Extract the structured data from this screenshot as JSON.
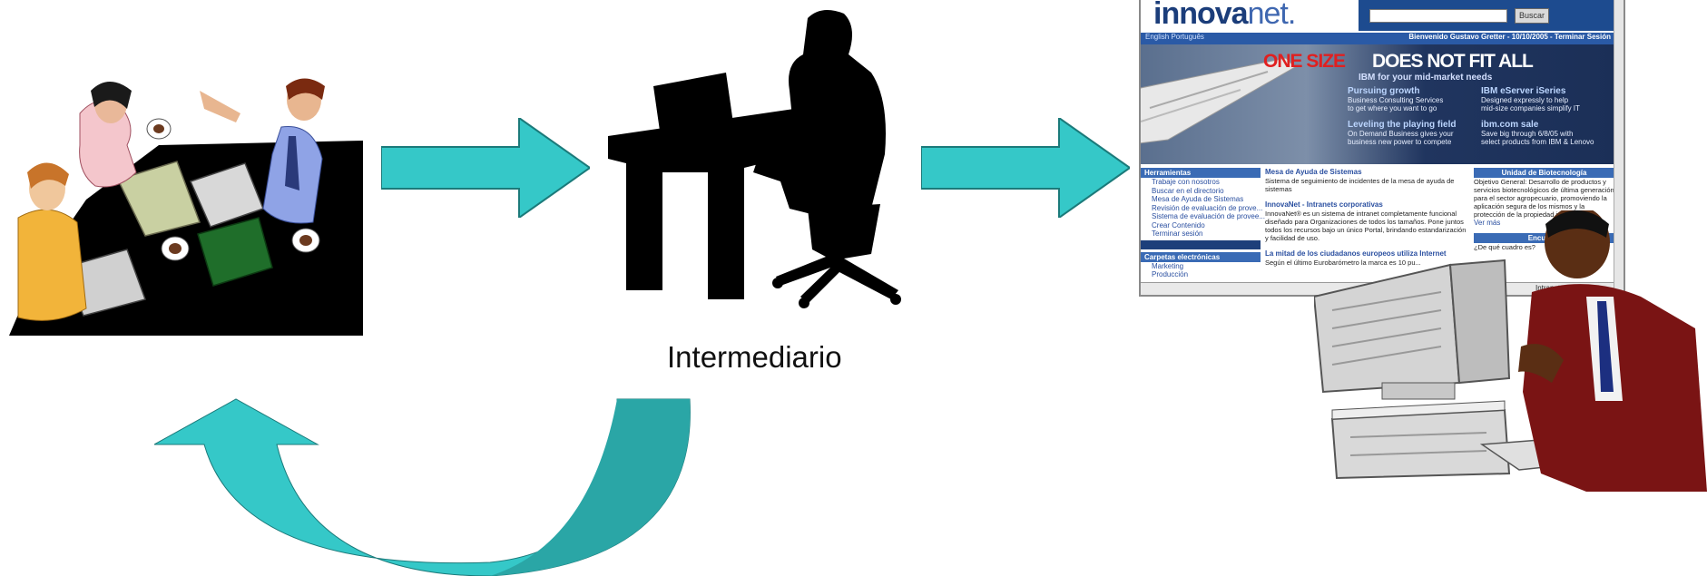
{
  "caption": {
    "intermediary": "Intermediario"
  },
  "browser": {
    "logo_main": "innova",
    "logo_suffix": "net.",
    "search_button": "Buscar",
    "language_links": "English Português",
    "welcome_text": "Bienvenido Gustavo Gretter - 10/10/2005 - Terminar Sesión",
    "banner": {
      "headline_red": "ONE SIZE",
      "headline_white": "DOES NOT FIT ALL",
      "subheadline": "IBM for your mid-market needs",
      "promos": [
        {
          "title": "Pursuing growth",
          "line1": "Business Consulting Services",
          "line2": "to get where you want to go"
        },
        {
          "title": "IBM eServer iSeries",
          "line1": "Designed expressly to help",
          "line2": "mid-size companies simplify IT"
        },
        {
          "title": "Leveling the playing field",
          "line1": "On Demand Business gives your",
          "line2": "business new power to compete"
        },
        {
          "title": "ibm.com sale",
          "line1": "Save big through 6/8/05 with",
          "line2": "select products from IBM & Lenovo"
        }
      ]
    },
    "tools_panel": {
      "title": "Herramientas",
      "links": [
        "Trabaje con nosotros",
        "Buscar en el directorio",
        "Mesa de Ayuda de Sistemas",
        "Revisión de evaluación de prove...",
        "Sistema de evaluación de provee...",
        "Crear Contenido",
        "Terminar sesión"
      ]
    },
    "folders_panel": {
      "title": "Carpetas electrónicas",
      "links": [
        "Marketing",
        "Producción"
      ]
    },
    "news": [
      {
        "title": "Mesa de Ayuda de Sistemas",
        "body": "Sistema de seguimiento de incidentes de la mesa de ayuda de sistemas"
      },
      {
        "title": "InnovaNet - Intranets corporativas",
        "body": "InnovaNet® es un sistema de intranet completamente funcional diseñado para Organizaciones de todos los tamaños. Pone juntos todos los recursos bajo un único Portal, brindando estandarización y facilidad de uso."
      },
      {
        "title": "La mitad de los ciudadanos europeos utiliza Internet",
        "body": "Según el último Eurobarómetro la marca es 10 pu..."
      }
    ],
    "biotech": {
      "title": "Unidad de Biotecnología",
      "body": "Objetivo General: Desarrollo de productos y servicios biotecnológicos de última generación para el sector agropecuario, promoviendo la aplicación segura de los mismos y la protección de la propiedad intelectual.",
      "more": "Ver más"
    },
    "survey": {
      "title": "Encuesta",
      "question": "¿De qué cuadro es?"
    },
    "status_zone": "Intranet"
  },
  "colors": {
    "arrow": "#35c8c8",
    "arrow_dark": "#2aa6a6",
    "silhouette": "#000000",
    "browser_blue": "#1d4b8f"
  }
}
